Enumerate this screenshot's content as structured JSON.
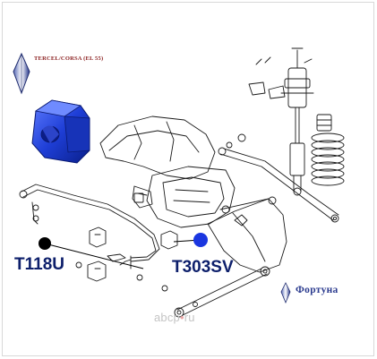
{
  "header": {
    "subtitle": "TERCEL/CORSA (EL 55)"
  },
  "callouts": {
    "left_part_number": "T118U",
    "right_part_number": "T303SV"
  },
  "brand": {
    "name": "Фортуна"
  },
  "watermark": {
    "prefix": "abcp",
    "dot": "•",
    "suffix": "ru"
  },
  "colors": {
    "callout_text": "#0d1f6b",
    "bushing_blue": "#1e3ed6",
    "callout_dot_blue": "#1a36e0",
    "subtitle_red": "#8b2020",
    "brand_blue": "#2a3a8e"
  },
  "icons": {
    "top_logo": "diamond-logo-icon",
    "brand_logo": "diamond-logo-icon"
  }
}
